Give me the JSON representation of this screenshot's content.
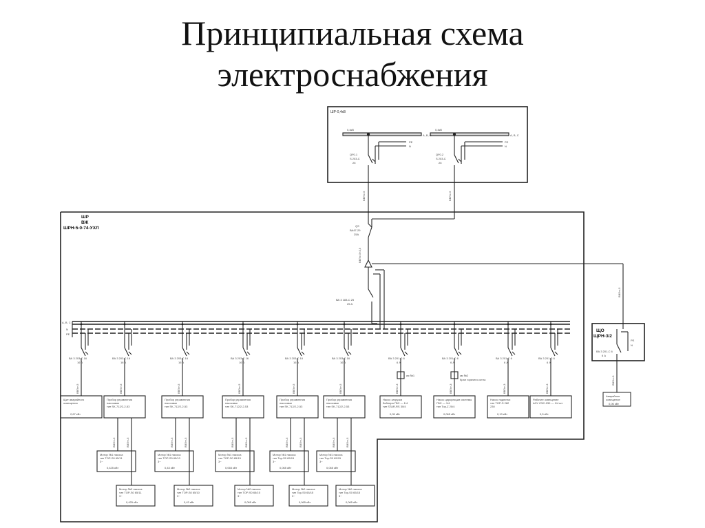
{
  "title_line1": "Принципиальная схема",
  "title_line2": "электроснабжения",
  "upper_panel": {
    "name": "ШР-0,4кВ",
    "bus_label_left": "0,4кВ",
    "bus_label_right": "0,4кВ",
    "phase_label": "A, B, C",
    "pe": "PE",
    "n": "N",
    "breakers": [
      {
        "label": "QF0.1",
        "spec": "S 203-C",
        "rating": "25"
      },
      {
        "label": "QF0.2",
        "spec": "S 203-C",
        "rating": "25"
      }
    ],
    "cable_left": "ВВГнг-5",
    "cable_right": "ВВГнг-5"
  },
  "main_panel": {
    "name_lines": [
      "ШР",
      "ВЖ",
      "ШРН-5-0-74-УХЛ"
    ],
    "phase_label": "A, B, C",
    "pe": "PE",
    "n": "N",
    "input_switch": {
      "label": "QS",
      "spec": "ВА47-29",
      "rating": "25А"
    },
    "cable_in": "ВВГнг-5×2,5",
    "main_breaker": {
      "label": "ВА 3 183-С 25",
      "rating": "25 А"
    }
  },
  "feeders": [
    {
      "breaker": "ВА 3 203-С 16",
      "rating": "16 А",
      "cable": "ВВГнг-5",
      "load_lines": [
        "Щит аварийного",
        "освещения"
      ],
      "load_power": "2,67 кВт"
    },
    {
      "breaker": "ВА 3 203-С 16",
      "rating": "16 А",
      "cable": "ВВГнг-5",
      "load_lines": [
        "Пробор управления",
        "насосами",
        "тип SK-712/2-2-53"
      ],
      "load_power": "",
      "motors": [
        {
          "lines": [
            "Мотор №1 насоса",
            "тип TOP-S0 65/11",
            "3~"
          ],
          "power": "0,425 кВт"
        },
        {
          "lines": [
            "Мотор №2 насоса",
            "тип TOP-S0 65/11",
            "3~"
          ],
          "power": "0,425 кВт"
        }
      ]
    },
    {
      "breaker": "ВА 3 203-С 16",
      "rating": "16 А",
      "cable": "ВВГнг-5",
      "load_lines": [
        "Пробор управления",
        "насосами",
        "тип SK-712/2-2-53"
      ],
      "load_power": "",
      "motors": [
        {
          "lines": [
            "Мотор №1 насоса",
            "тип TOP-S0 65/10",
            "3~"
          ],
          "power": "0,43 кВт"
        },
        {
          "lines": [
            "Мотор №2 насоса",
            "тип TOP-S0 65/10",
            "3~"
          ],
          "power": "0,43 кВт"
        }
      ]
    },
    {
      "breaker": "ВА 3 203-С 16",
      "rating": "16 А",
      "cable": "ВВГнг-5",
      "load_lines": [
        "Пробор управления",
        "насосами",
        "тип SK-712/2-2-53"
      ],
      "load_power": "",
      "motors": [
        {
          "lines": [
            "Мотор №1 насоса",
            "тип TOP-S0 65/15",
            "3~"
          ],
          "power": "0,065 кВт"
        },
        {
          "lines": [
            "Мотор №2 насоса",
            "тип TOP-S0 65/15",
            "3~"
          ],
          "power": "0,065 кВт"
        }
      ]
    },
    {
      "breaker": "ВА 3 203-С 16",
      "rating": "16 А",
      "cable": "ВВГнг-5",
      "load_lines": [
        "Пробор управления",
        "насосами",
        "тип SK-712/2-2-53"
      ],
      "load_power": "",
      "motors": [
        {
          "lines": [
            "Мотор №1 насоса",
            "тип Top-S0 65/15",
            "3~"
          ],
          "power": "0,065 кВт"
        },
        {
          "lines": [
            "Мотор №2 насоса",
            "тип Top-S0 65/15",
            "3~"
          ],
          "power": "0,065 кВт"
        }
      ]
    },
    {
      "breaker": "ВА 3 203-С 16",
      "rating": "16 А",
      "cable": "ВВГнг-5",
      "load_lines": [
        "Пробор управления",
        "насосами",
        "тип SK-712/2-2-53"
      ],
      "load_power": "",
      "motors": [
        {
          "lines": [
            "Мотор №1 насоса",
            "тип Top-S0 65/15",
            "3~"
          ],
          "power": "0,065 кВт"
        },
        {
          "lines": [
            "Мотор №2 насоса",
            "тип Top-S0 65/15",
            "3~"
          ],
          "power": "0,065 кВт"
        }
      ]
    },
    {
      "breaker": "ВА 3 201-С 6",
      "rating": "6 А",
      "cable": "ВВГнг-3",
      "contactor": "км №1",
      "load_lines": [
        "Насос загрузки",
        "бойлера ГВС — 1/4",
        "тип STAR-RS 30/4"
      ],
      "load_power": "0,05 кВт"
    },
    {
      "breaker": "ВА 3 201-С 6",
      "rating": "6 А",
      "cable": "ВВГнг-3",
      "contactor": "км №2",
      "contactor_note": "Кран горячего котла",
      "load_lines": [
        "Насос циркуляции системы",
        "ГВС — 1/4",
        "тип Top-Z 20/4"
      ],
      "load_power": "0,065 кВт"
    },
    {
      "breaker": "ВА 3 201-С 6",
      "rating": "6 А",
      "cable": "ВВГнг-3",
      "load_lines": [
        "Насос подпитки",
        "тип TOP-S 282",
        "230"
      ],
      "load_power": "0,13 кВт"
    },
    {
      "breaker": "ВА 3 201-С 6",
      "rating": "6 А",
      "cable": "ВВГнг-3",
      "load_lines": [
        "Рабочее освещение",
        "АСУ ЛЭС-230 — 1/4 шт"
      ],
      "load_power": "0,5 кВт"
    }
  ],
  "aux_panel": {
    "name_lines": [
      "ЩО",
      "ЩРН-3/2"
    ],
    "breaker": "ВА 3 201-С 6",
    "rating": "6 А",
    "cable": "ВВГнг-3",
    "pe": "PE",
    "n": "N",
    "load_lines": [
      "Аварийное",
      "освещение"
    ],
    "load_power": "0,06 кВт",
    "feed_cable": "ВВГнг-5"
  }
}
